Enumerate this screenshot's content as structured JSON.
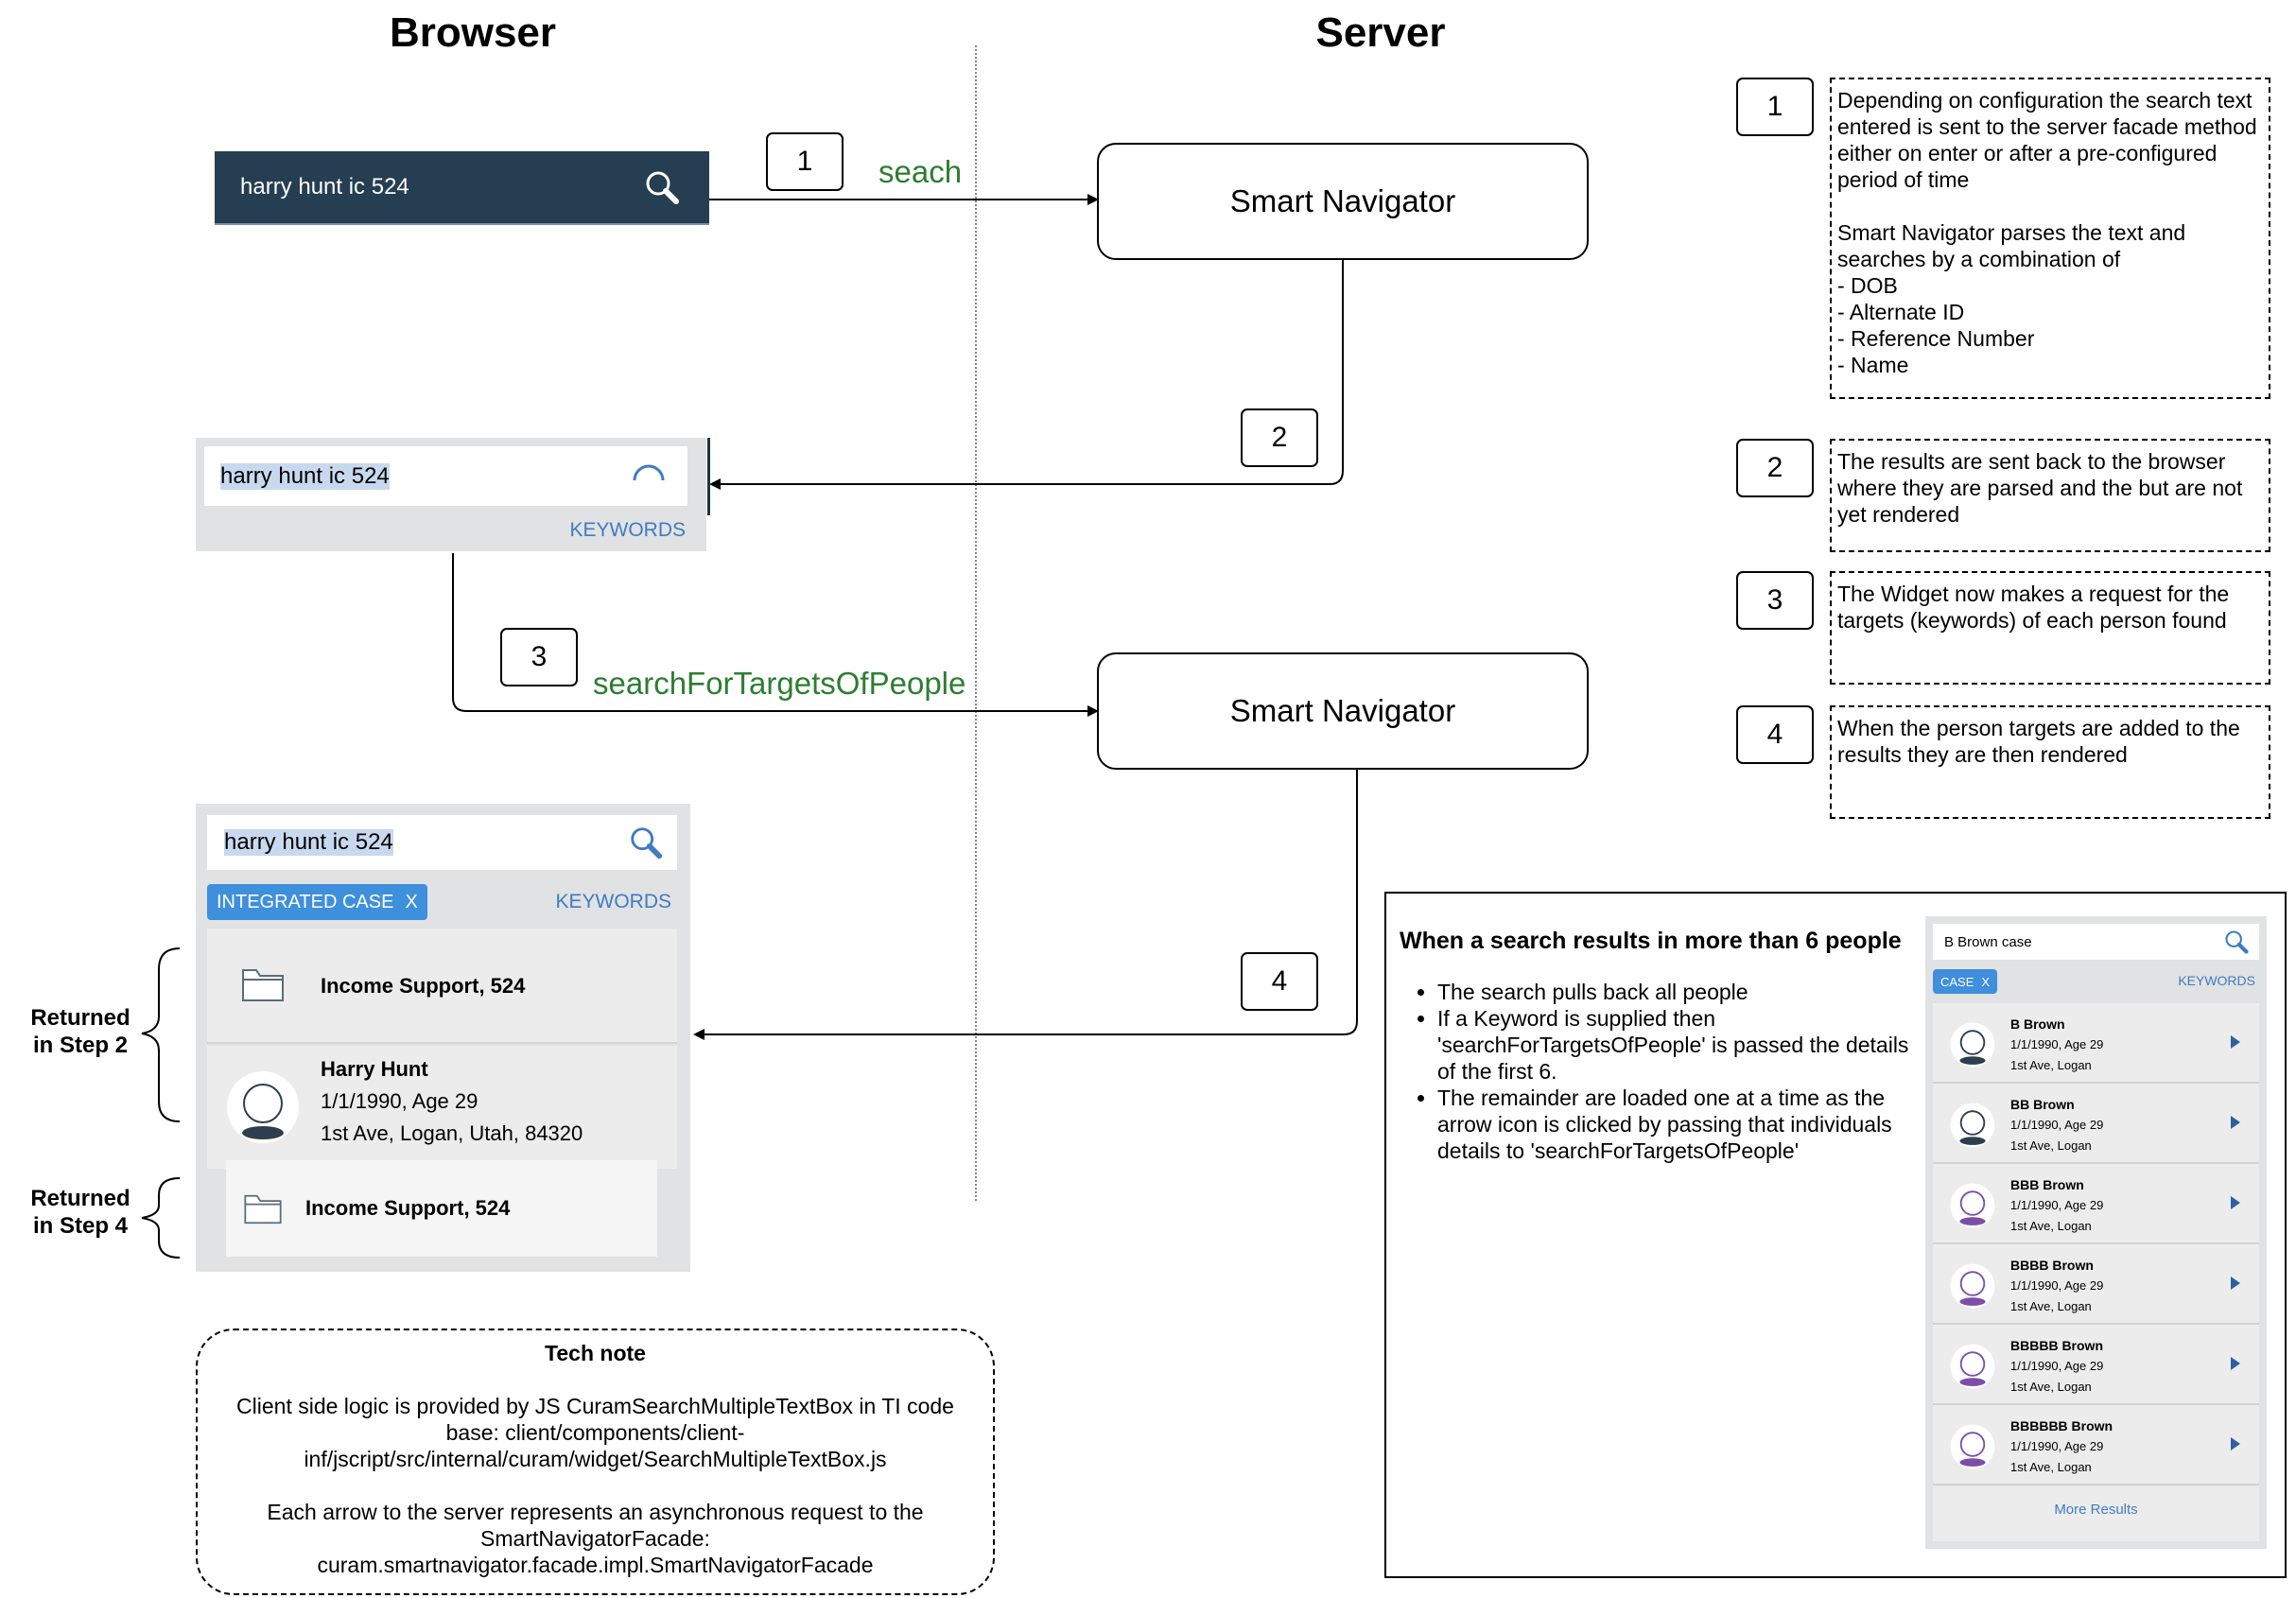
{
  "headings": {
    "browser": "Browser",
    "server": "Server"
  },
  "steps": {
    "s1": "1",
    "s2": "2",
    "s3": "3",
    "s4": "4"
  },
  "arrows": {
    "search": "seach",
    "targets": "searchForTargetsOfPeople"
  },
  "server_boxes": {
    "box1": "Smart Navigator",
    "box2": "Smart Navigator"
  },
  "search_bar": {
    "value": "harry hunt ic 524",
    "icon": "search-icon"
  },
  "loading_panel": {
    "value": "harry hunt ic 524",
    "keywords": "KEYWORDS",
    "icon": "spinner-icon"
  },
  "results_panel": {
    "value": "harry hunt ic 524",
    "chip": "INTEGRATED CASE",
    "chip_close": "X",
    "keywords": "KEYWORDS",
    "case_row": "Income Support, 524",
    "person": {
      "name": "Harry Hunt",
      "dob": "1/1/1990, Age 29",
      "address": "1st Ave, Logan, Utah, 84320"
    },
    "sub_case_row": "Income Support, 524"
  },
  "braces": {
    "step2": {
      "line1": "Returned",
      "line2": "in Step 2"
    },
    "step4": {
      "line1": "Returned",
      "line2": "in Step 4"
    }
  },
  "notes": {
    "n1": "Depending on configuration the search text entered is sent to the server facade method either on enter or after a pre-configured period of time\n\nSmart Navigator parses the text and searches by a combination of\n- DOB\n- Alternate ID\n- Reference Number\n- Name",
    "n2": "The results are sent back to the browser where they are parsed and the but are not yet rendered",
    "n3": "The Widget now makes a request for the targets (keywords) of each person found",
    "n4": "When the person targets are added to the results they are then rendered"
  },
  "tech_note": {
    "title": "Tech note",
    "p1": "Client side logic is provided by JS CuramSearchMultipleTextBox in TI code base: client/components/client-inf/jscript/src/internal/curam/widget/SearchMultipleTextBox.js",
    "p2": "Each arrow to the server represents an asynchronous request to the SmartNavigatorFacade: curam.smartnavigator.facade.impl.SmartNavigatorFacade"
  },
  "more_than_6": {
    "title": "When a search results in more than 6 people",
    "bullets": [
      "The search pulls back all people",
      "If a Keyword is supplied then 'searchForTargetsOfPeople' is passed the details of the first 6.",
      "The remainder are loaded one at a time as the arrow icon is clicked by passing that individuals details to 'searchForTargetsOfPeople'"
    ]
  },
  "mini_widget": {
    "value": "B Brown case",
    "chip": "CASE",
    "chip_close": "X",
    "keywords": "KEYWORDS",
    "rows": [
      {
        "name": "B Brown",
        "dob": "1/1/1990, Age 29",
        "address": "1st Ave, Logan",
        "avatar_color": "#2e3e4c"
      },
      {
        "name": "BB Brown",
        "dob": "1/1/1990, Age 29",
        "address": "1st Ave, Logan",
        "avatar_color": "#2e3e4c"
      },
      {
        "name": "BBB Brown",
        "dob": "1/1/1990, Age 29",
        "address": "1st Ave, Logan",
        "avatar_color": "#7b4fa8"
      },
      {
        "name": "BBBB Brown",
        "dob": "1/1/1990, Age 29",
        "address": "1st Ave, Logan",
        "avatar_color": "#7b4fa8"
      },
      {
        "name": "BBBBB Brown",
        "dob": "1/1/1990, Age 29",
        "address": "1st Ave, Logan",
        "avatar_color": "#7b4fa8"
      },
      {
        "name": "BBBBBB Brown",
        "dob": "1/1/1990, Age 29",
        "address": "1st Ave, Logan",
        "avatar_color": "#7b4fa8"
      }
    ],
    "more": "More Results"
  },
  "colors": {
    "green": "#2e7d32",
    "blue": "#3f7cc0",
    "chip": "#3e8fdc",
    "dark_bar": "#263e52"
  }
}
